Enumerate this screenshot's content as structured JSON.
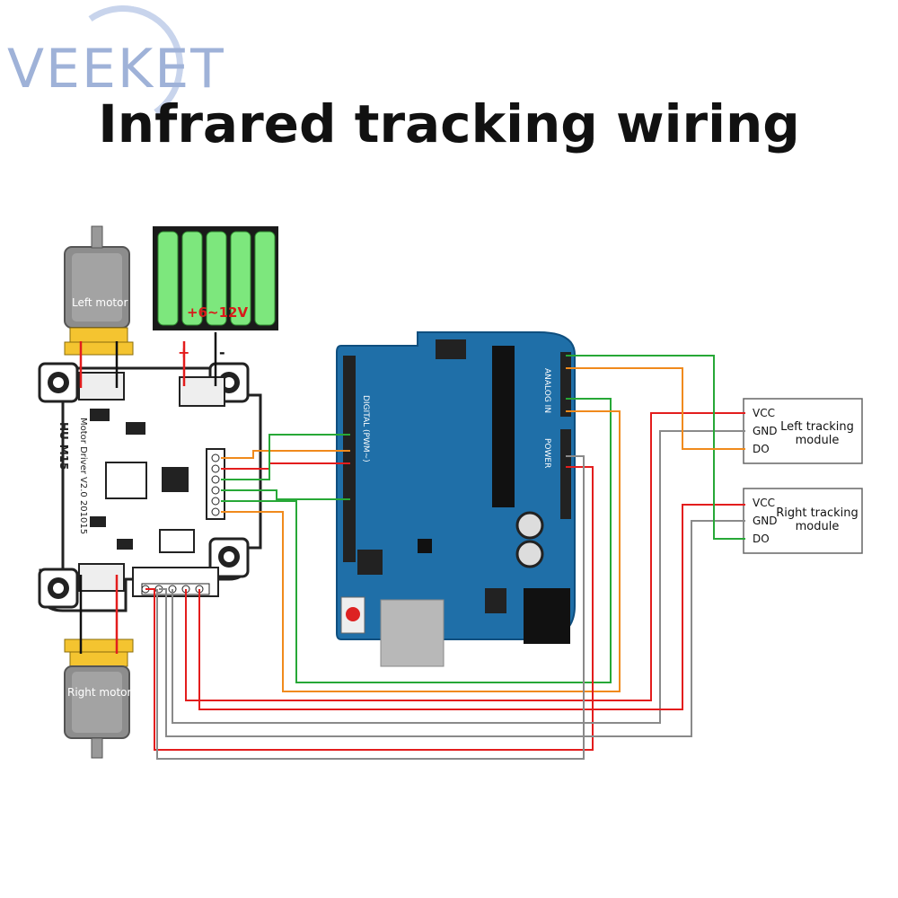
{
  "brand": {
    "name": "VEEKET"
  },
  "title": "Infrared tracking wiring",
  "battery": {
    "voltage_label": "+6~12V",
    "plus_label": "+",
    "minus_label": "-"
  },
  "motors": {
    "left_label": "Left motor",
    "right_label": "Right motor"
  },
  "modules": {
    "left": {
      "label_line1": "Left tracking",
      "label_line2": "module",
      "pins": [
        "VCC",
        "GND",
        "DO"
      ]
    },
    "right": {
      "label_line1": "Right tracking",
      "label_line2": "module",
      "pins": [
        "VCC",
        "GND",
        "DO"
      ]
    }
  },
  "driver_board": {
    "model": "HU-M15",
    "name_line": "Motor Driver V2.0 201015"
  },
  "arduino": {
    "header_digital": "DIGITAL (PWM~)",
    "header_analog": "ANALOG IN",
    "header_power": "POWER"
  },
  "colors": {
    "red_wire": "#e31d1d",
    "orange_wire": "#f08a1c",
    "green_wire": "#27a837",
    "gray_wire": "#8a8a8a",
    "arduino_blue": "#1f6fa8",
    "battery_green": "#7de77d"
  }
}
